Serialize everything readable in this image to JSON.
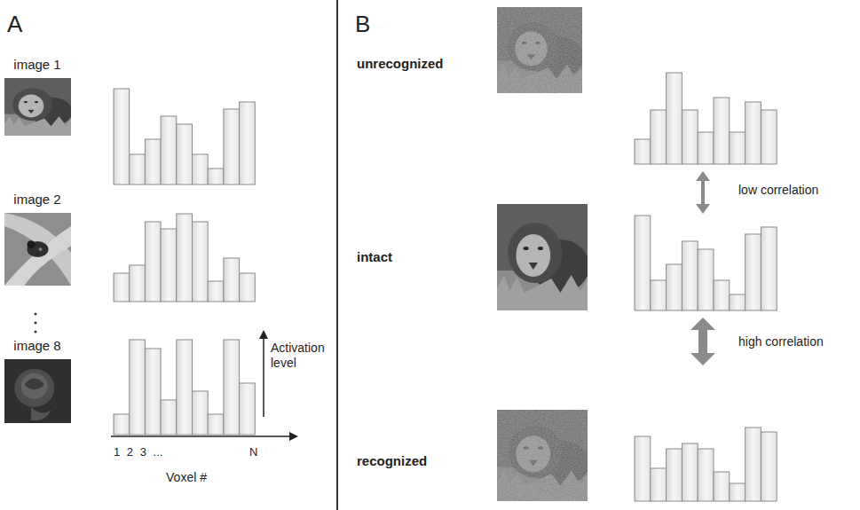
{
  "diagram": {
    "labels": [
      "A",
      "image 1",
      "image 2",
      "image 8",
      "Activation level",
      "1 2 3 ...",
      "N",
      "Voxel #",
      "B",
      "unrecognized",
      "low correlation",
      "intact",
      "high correlation",
      "recognized"
    ]
  }
}
